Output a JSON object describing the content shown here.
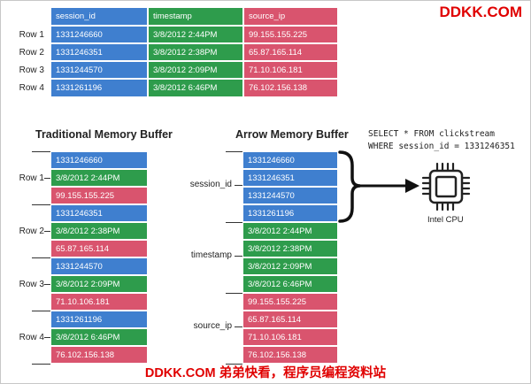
{
  "watermark_top": "DDKK.COM",
  "watermark_bottom": "DDKK.COM 弟弟快看，程序员编程资料站",
  "table": {
    "headers": [
      "session_id",
      "timestamp",
      "source_ip"
    ],
    "rows": [
      {
        "label": "Row 1",
        "session_id": "1331246660",
        "timestamp": "3/8/2012 2:44PM",
        "source_ip": "99.155.155.225"
      },
      {
        "label": "Row 2",
        "session_id": "1331246351",
        "timestamp": "3/8/2012 2:38PM",
        "source_ip": "65.87.165.114"
      },
      {
        "label": "Row 3",
        "session_id": "1331244570",
        "timestamp": "3/8/2012 2:09PM",
        "source_ip": "71.10.106.181"
      },
      {
        "label": "Row 4",
        "session_id": "1331261196",
        "timestamp": "3/8/2012 6:46PM",
        "source_ip": "76.102.156.138"
      }
    ]
  },
  "traditional": {
    "title": "Traditional Memory Buffer",
    "rows": [
      {
        "label": "Row 1",
        "values": [
          "1331246660",
          "3/8/2012 2:44PM",
          "99.155.155.225"
        ]
      },
      {
        "label": "Row 2",
        "values": [
          "1331246351",
          "3/8/2012 2:38PM",
          "65.87.165.114"
        ]
      },
      {
        "label": "Row 3",
        "values": [
          "1331244570",
          "3/8/2012 2:09PM",
          "71.10.106.181"
        ]
      },
      {
        "label": "Row 4",
        "values": [
          "1331261196",
          "3/8/2012 6:46PM",
          "76.102.156.138"
        ]
      }
    ]
  },
  "arrow": {
    "title": "Arrow Memory Buffer",
    "columns": [
      {
        "label": "session_id",
        "values": [
          "1331246660",
          "1331246351",
          "1331244570",
          "1331261196"
        ]
      },
      {
        "label": "timestamp",
        "values": [
          "3/8/2012 2:44PM",
          "3/8/2012 2:38PM",
          "3/8/2012 2:09PM",
          "3/8/2012 6:46PM"
        ]
      },
      {
        "label": "source_ip",
        "values": [
          "99.155.155.225",
          "65.87.165.114",
          "71.10.106.181",
          "76.102.156.138"
        ]
      }
    ]
  },
  "query": {
    "line1": "SELECT * FROM clickstream",
    "line2": "WHERE session_id = 1331246351"
  },
  "cpu": {
    "label": "Intel CPU",
    "icon": "cpu-chip-icon"
  },
  "colors": {
    "session_id": "#3f7fcf",
    "timestamp": "#2e9c4c",
    "source_ip": "#d9546e"
  }
}
